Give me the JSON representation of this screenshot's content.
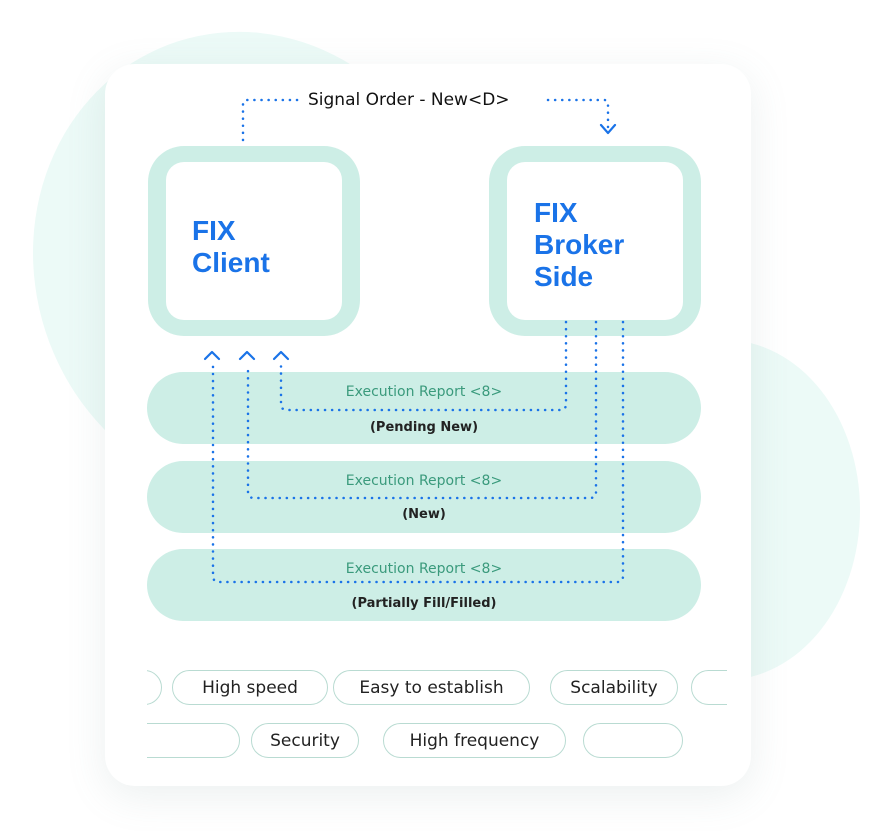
{
  "signal": {
    "label": "Signal Order - New<D>"
  },
  "nodes": {
    "client": {
      "line1": "FIX",
      "line2": "Client"
    },
    "broker": {
      "line1": "FIX",
      "line2": "Broker",
      "line3": "Side"
    }
  },
  "reports": [
    {
      "title": "Execution Report <8>",
      "status": "(Pending New)"
    },
    {
      "title": "Execution Report <8>",
      "status": "(New)"
    },
    {
      "title": "Execution Report <8>",
      "status": "(Partially Fill/Filled)"
    }
  ],
  "tags": {
    "row1": [
      "",
      "High speed",
      "Easy to establish",
      "Scalability",
      ""
    ],
    "row2": [
      "",
      "Security",
      "High frequency",
      ""
    ]
  },
  "colors": {
    "accent": "#1a73e8",
    "mint": "#cdeee6",
    "report_title": "#3a9a7c",
    "connector": "#1a73e8"
  }
}
